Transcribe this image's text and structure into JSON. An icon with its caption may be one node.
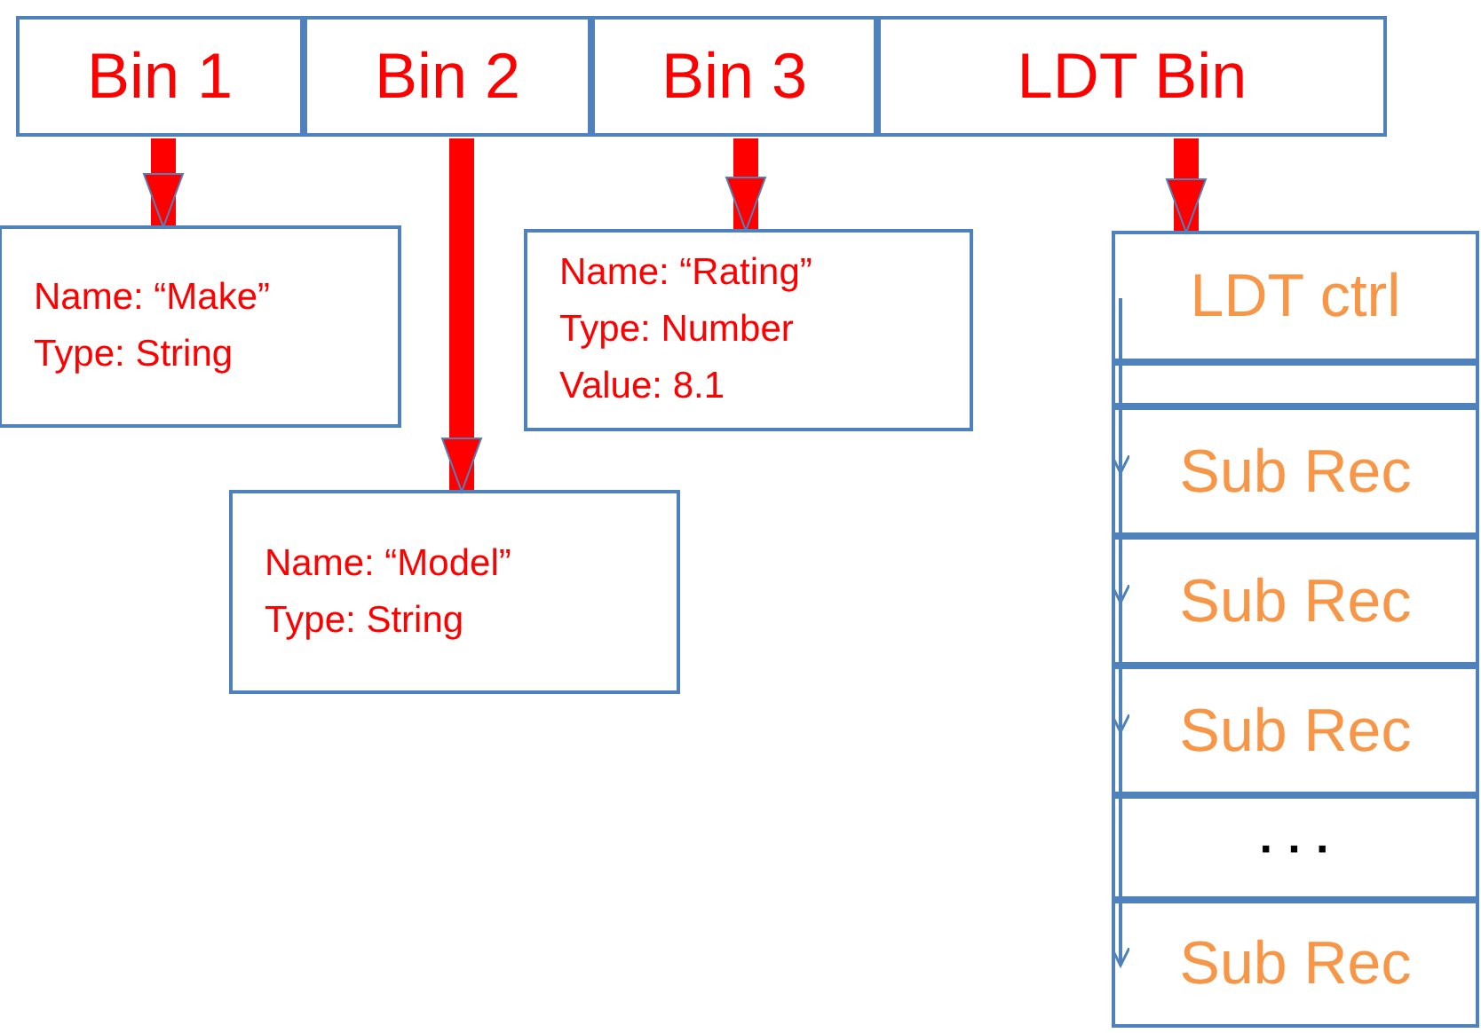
{
  "diagram": {
    "nodes": [
      {
        "text": [
          "Bin 1"
        ]
      },
      {
        "text": [
          "Bin 2"
        ]
      },
      {
        "text": [
          "Bin 3"
        ]
      },
      {
        "text": [
          "LDT Bin"
        ]
      },
      {
        "text": [
          "Name: “Make”",
          "Type: String"
        ]
      },
      {
        "text": [
          "Name: “Model”",
          "Type: String"
        ]
      },
      {
        "text": [
          "Name: “Rating”",
          "Type: Number",
          "Value: 8.1"
        ]
      },
      {
        "text": [
          "LDT ctrl"
        ]
      },
      {
        "text": [],
        "shape": "box"
      },
      {
        "text": [
          "Sub Rec"
        ]
      },
      {
        "text": [
          "Sub Rec"
        ]
      },
      {
        "text": [
          "Sub Rec"
        ]
      },
      {
        "text": [
          "· · ·"
        ]
      },
      {
        "text": [
          "Sub Rec"
        ]
      }
    ],
    "edges": [
      {
        "from": 0,
        "to": 4,
        "arrow": "to",
        "style": "thick",
        "color": "#ff0000"
      },
      {
        "from": 1,
        "to": 5,
        "arrow": "to",
        "style": "thick",
        "color": "#ff0000"
      },
      {
        "from": 2,
        "to": 6,
        "arrow": "to",
        "style": "thick",
        "color": "#ff0000"
      },
      {
        "from": 3,
        "to": 7,
        "arrow": "to",
        "style": "thick",
        "color": "#ff0000"
      },
      {
        "from": 7,
        "to": 8,
        "arrow": "none",
        "color": "#4f81bd"
      },
      {
        "from": 8,
        "to": 9,
        "arrow": "to",
        "color": "#4f81bd"
      },
      {
        "from": 9,
        "to": 10,
        "arrow": "to",
        "color": "#4f81bd"
      },
      {
        "from": 10,
        "to": 11,
        "arrow": "to",
        "color": "#4f81bd"
      },
      {
        "from": 11,
        "to": 12,
        "arrow": "none",
        "color": "#4f81bd"
      },
      {
        "from": 12,
        "to": 13,
        "arrow": "to",
        "color": "#4f81bd"
      }
    ]
  }
}
